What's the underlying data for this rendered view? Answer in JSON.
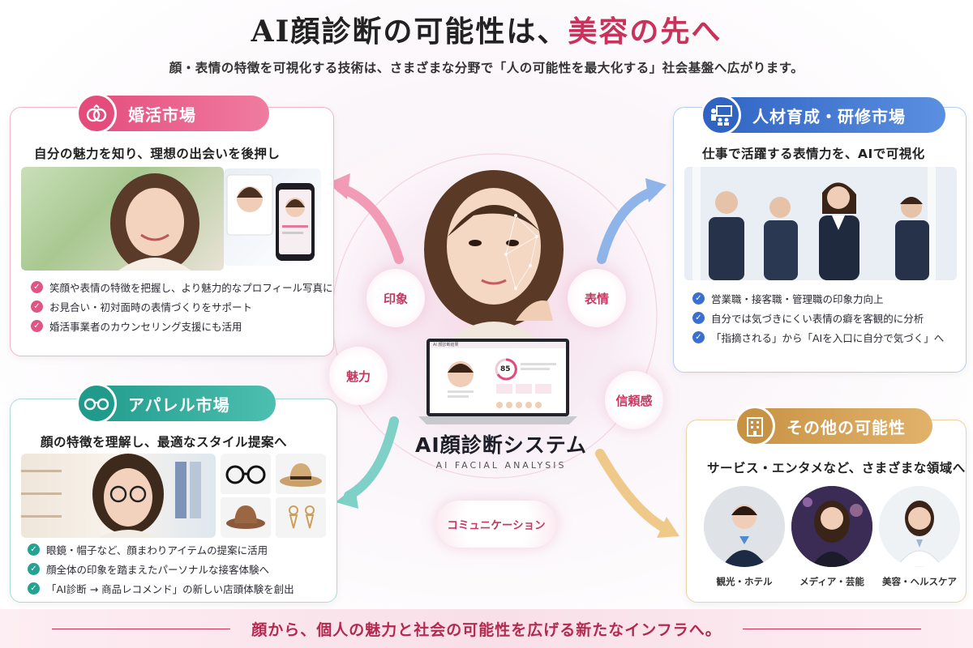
{
  "header": {
    "title_main": "AI顔診断の可能性は、",
    "title_accent": "美容の先へ",
    "subtitle": "顔・表情の特徴を可視化する技術は、さまざまな分野で「人の可能性を最大化する」社会基盤へ広がります。"
  },
  "konkatsu": {
    "label": "婚活市場",
    "heading": "自分の魅力を知り、理想の出会いを後押し",
    "bullets": [
      "笑顔や表情の特徴を把握し、より魅力的なプロフィール写真に",
      "お見合い・初対面時の表情づくりをサポート",
      "婚活事業者のカウンセリング支援にも活用"
    ]
  },
  "jinzai": {
    "label": "人材育成・研修市場",
    "heading": "仕事で活躍する表情力を、AIで可視化",
    "bullets": [
      "営業職・接客職・管理職の印象力向上",
      "自分では気づきにくい表情の癖を客観的に分析",
      "「指摘される」から「AIを入口に自分で気づく」へ"
    ]
  },
  "apparel": {
    "label": "アパレル市場",
    "heading": "顔の特徴を理解し、最適なスタイル提案へ",
    "bullets": [
      "眼鏡・帽子など、顔まわりアイテムの提案に活用",
      "顔全体の印象を踏まえたパーソナルな接客体験へ",
      "「AI診断 → 商品レコメンド」の新しい店頭体験を創出"
    ]
  },
  "other": {
    "label": "その他の可能性",
    "heading": "サービス・エンタメなど、さまざまな領域へ",
    "people": [
      "観光・ホテル",
      "メディア・芸能",
      "美容・ヘルスケア"
    ]
  },
  "center": {
    "bubbles": [
      "印象",
      "表情",
      "魅力",
      "信頼感",
      "コミュニケーション"
    ],
    "system_name": "AI顔診断システム",
    "system_en": "AI FACIAL ANALYSIS",
    "laptop_app": "AI 顔診断結果",
    "score": "85"
  },
  "footer": {
    "text": "顔から、個人の魅力と社会の可能性を広げる新たなインフラへ。"
  },
  "colors": {
    "pink": "#e44c7c",
    "blue": "#2f64c3",
    "teal": "#1f9a8b",
    "gold": "#c89244",
    "accent": "#c8325b"
  }
}
